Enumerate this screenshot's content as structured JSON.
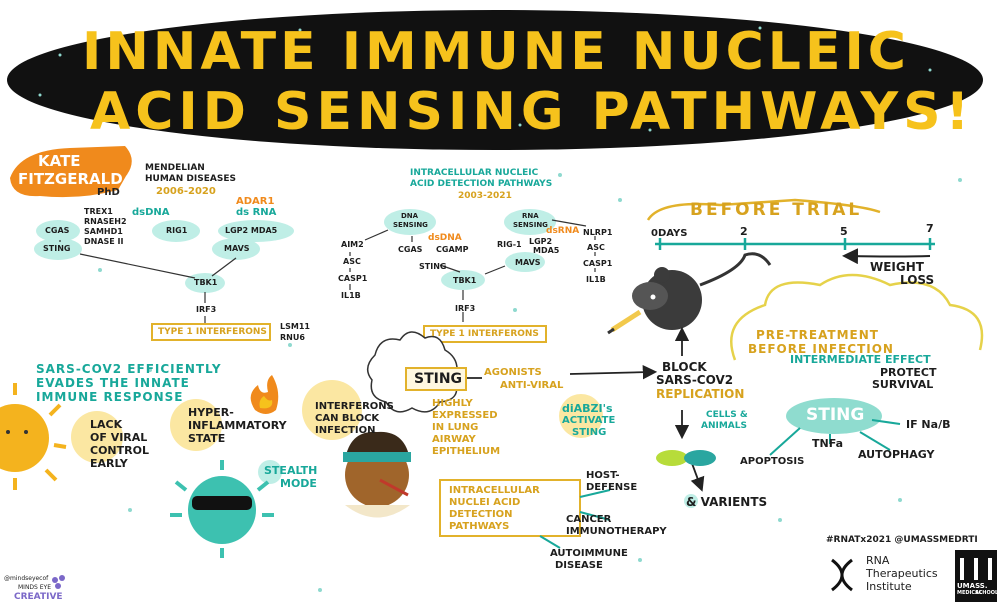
{
  "title": {
    "line1": "INNATE IMMUNE NUCLEIC",
    "line2": "ACID SENSING PATHWAYS!"
  },
  "speaker": {
    "name_line1": "KATE",
    "name_line2": "FITZGERALD",
    "suffix": "PhD"
  },
  "mendelian": {
    "heading_line1": "MENDELIAN",
    "heading_line2": "HUMAN DISEASES",
    "years": "2006-2020",
    "genes": [
      "TREX1",
      "RNASEH2",
      "SAMHD1",
      "DNASE II"
    ],
    "adar": "ADAR1",
    "dsdna": "dsDNA",
    "dsrna": "ds RNA",
    "cgas": "cGAS",
    "rig1": "RIG1",
    "lgp2": "LGP2 MDA5",
    "sting": "STING",
    "mavs": "MAVS",
    "tbk1": "TBK1",
    "irf3": "IRF3",
    "interferons": "TYPE 1 INTERFERONS",
    "lsm11": "LSM11",
    "rnu6": "RNU6"
  },
  "intracellular": {
    "heading_line1": "INTRACELLULAR NUCLEIC",
    "heading_line2": "ACID DETECTION PATHWAYS",
    "years": "2003-2021",
    "dna_sensing_line1": "DNA",
    "dna_sensing_line2": "SENSING",
    "rna_sensing_line1": "RNA",
    "rna_sensing_line2": "SENSING",
    "dsdna": "dsDNA",
    "dsrna": "dsRNA",
    "aim2": "AIM2",
    "asc_left": "ASC",
    "casp1_left": "CASP1",
    "il1b_left": "IL1B",
    "cgas": "cGAS",
    "cgamp": "cGAMP",
    "sting": "STING",
    "rig1": "RIG-1",
    "lgp2_line1": "LGP2",
    "lgp2_line2": "MDA5",
    "mavs": "MAVS",
    "nlrp1": "NLRP1",
    "asc_right": "ASC",
    "casp1_right": "CASP1",
    "il1b_right": "IL1B",
    "tbk1": "TBK1",
    "irf3": "IRF3",
    "interferons": "TYPE 1 INTERFERONS"
  },
  "trial": {
    "heading": "BEFORE TRIAL",
    "ticks": [
      "0DAYS",
      "2",
      "5",
      "7"
    ],
    "weight_line1": "WEIGHT",
    "weight_line2": "LOSS"
  },
  "pretreatment": {
    "line1": "PRE-TREATMENT",
    "line2": "BEFORE INFECTION",
    "line3": "INTERMEDIATE EFFECT",
    "line4": "PROTECT",
    "line5": "SURVIVAL"
  },
  "sars": {
    "line1": "SARS-COV2 EFFICIENTLY",
    "line2": "EVADES THE INNATE",
    "line3": "IMMUNE RESPONSE"
  },
  "effects": {
    "lack_line1": "LACK",
    "lack_line2": "OF VIRAL",
    "lack_line3": "CONTROL",
    "lack_line4": "EARLY",
    "hyper_line1": "HYPER-",
    "hyper_line2": "INFLAMMATORY",
    "hyper_line3": "STATE",
    "ifn_line1": "INTERFERONS",
    "ifn_line2": "CAN BLOCK",
    "ifn_line3": "INFECTION",
    "stealth_line1": "STEALTH",
    "stealth_line2": "MODE"
  },
  "sting_center": {
    "label": "STING",
    "agonists": "AGONISTS",
    "antiviral": "ANTI-VIRAL",
    "expr_line1": "HIGHLY",
    "expr_line2": "EXPRESSED",
    "expr_line3": "IN LUNG",
    "expr_line4": "AIRWAY",
    "expr_line5": "EPITHELIUM",
    "diabzi_line1": "diABZI's",
    "diabzi_line2": "ACTIVATE",
    "diabzi_line3": "STING"
  },
  "block": {
    "line1": "BLOCK",
    "line2": "SARS-COV2",
    "line3": "REPLICATION",
    "cells_line1": "CELLS &",
    "cells_line2": "ANIMALS",
    "variants": "& VARIENTS"
  },
  "sting_right": {
    "label": "STING",
    "tnfa": "TNFa",
    "ifn": "IF Na/B",
    "apoptosis": "APOPTOSIS",
    "autophagy": "AUTOPHAGY"
  },
  "pathways_box": {
    "line1": "INTRACELLULAR",
    "line2": "NUCLEI ACID",
    "line3": "DETECTION",
    "line4": "PATHWAYS",
    "host_line1": "HOST-",
    "host_line2": "DEFENSE",
    "cancer_line1": "CANCER",
    "cancer_line2": "IMMUNOTHERAPY",
    "auto_line1": "AUTOIMMUNE",
    "auto_line2": "DISEASE"
  },
  "footer": {
    "hashtags": "#RNATx2021  @UMASSMEDRTI",
    "institute_line1": "RNA",
    "institute_line2": "Therapeutics",
    "institute_line3": "Institute",
    "umass_line1": "UMASS.",
    "umass_line2": "MEDICAL",
    "umass_line3": "SCHOOL",
    "artist_handle": "@mindseyecof",
    "artist_line1": "MINDS EYE",
    "artist_line2": "CREATIVE"
  },
  "colors": {
    "banner": "#111111",
    "title": "#f6c21c",
    "teal": "#18a89a",
    "mint": "#bfeee6",
    "orange": "#f08a1c",
    "gold": "#d7a21e"
  }
}
